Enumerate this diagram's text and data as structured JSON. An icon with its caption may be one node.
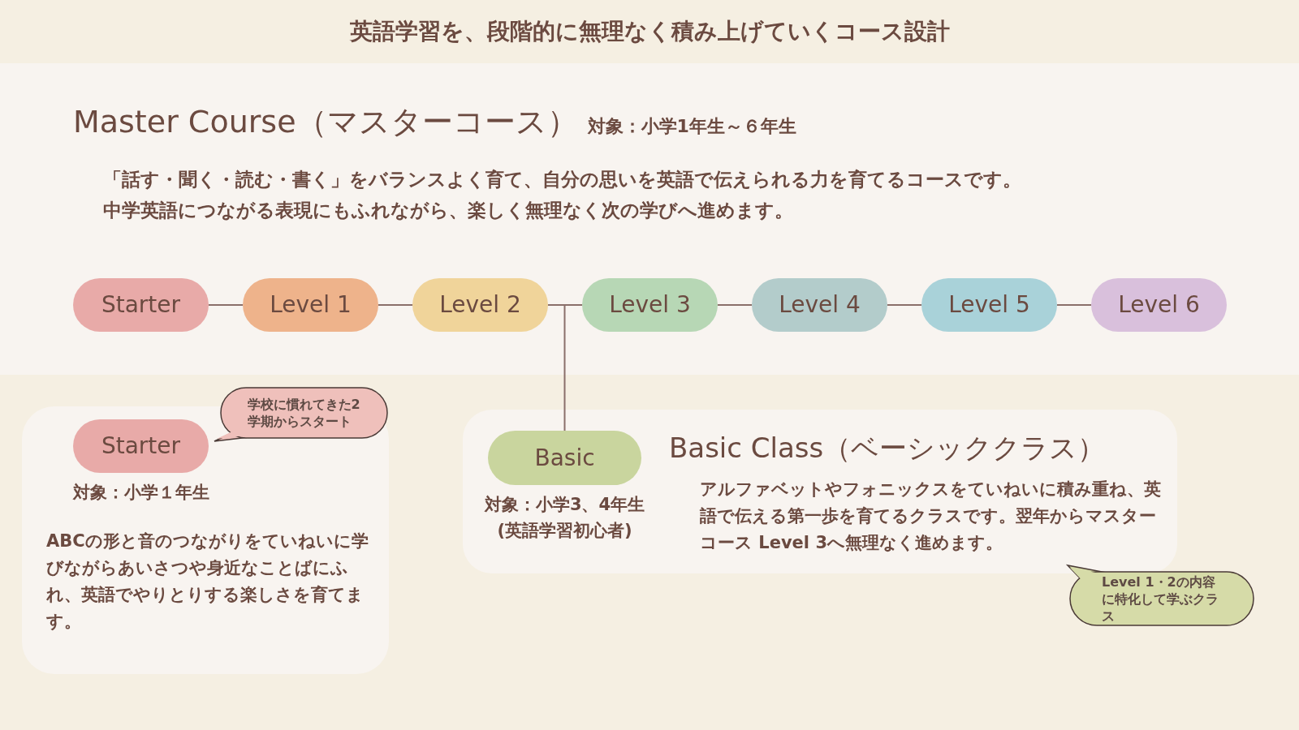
{
  "diagram": {
    "title": "英語学習を、段階的に無理なく積み上げていくコース設計",
    "nodes": [
      {
        "text": [
          "Master Course（マスターコース）",
          "対象：小学1年生～６年生",
          "「話す・聞く・読む・書く」をバランスよく育て、自分の思いを英語で伝えられる力を育てるコースです。中学英語につながる表現にもふれながら、楽しく無理なく次の学びへ進めます。"
        ]
      },
      {
        "text": [
          "Starter"
        ],
        "in": 0
      },
      {
        "text": [
          "Level 1"
        ],
        "in": 0
      },
      {
        "text": [
          "Level 2"
        ],
        "in": 0
      },
      {
        "text": [
          "Level 3"
        ],
        "in": 0
      },
      {
        "text": [
          "Level 4"
        ],
        "in": 0
      },
      {
        "text": [
          "Level 5"
        ],
        "in": 0
      },
      {
        "text": [
          "Level 6"
        ],
        "in": 0
      },
      {
        "text": [
          "ABCの形と音のつながりをていねいに学びながらあいさつや身近なことばにふれ、英語でやりとりする楽しさを育てます。"
        ]
      },
      {
        "text": [
          "Starter"
        ],
        "in": 8,
        "beside": [
          "対象：小学１年生"
        ]
      },
      {
        "text": [
          "学校に慣れてきた2学期からスタート"
        ]
      },
      {
        "text": [
          "Basic Class（ベーシッククラス）",
          "アルファベットやフォニックスをていねいに積み重ね、英語で伝える第一歩を育てるクラスです。翌年からマスターコース Level 3へ無理なく進めます。"
        ]
      },
      {
        "text": [
          "Basic"
        ],
        "in": 11,
        "beside": [
          "対象：小学3、4年生",
          "(英語学習初心者)"
        ]
      },
      {
        "text": [
          "Level 1・2の内容に特化して学ぶクラス"
        ]
      }
    ],
    "edges": [
      {
        "from": 1,
        "to": 2,
        "arrow": "none"
      },
      {
        "from": 2,
        "to": 3,
        "arrow": "none"
      },
      {
        "from": 3,
        "to": 4,
        "arrow": "none"
      },
      {
        "from": 4,
        "to": 5,
        "arrow": "none"
      },
      {
        "from": 5,
        "to": 6,
        "arrow": "none"
      },
      {
        "from": 6,
        "to": 7,
        "arrow": "none"
      },
      {
        "from": 12,
        "to": 4,
        "arrow": "none"
      }
    ]
  }
}
